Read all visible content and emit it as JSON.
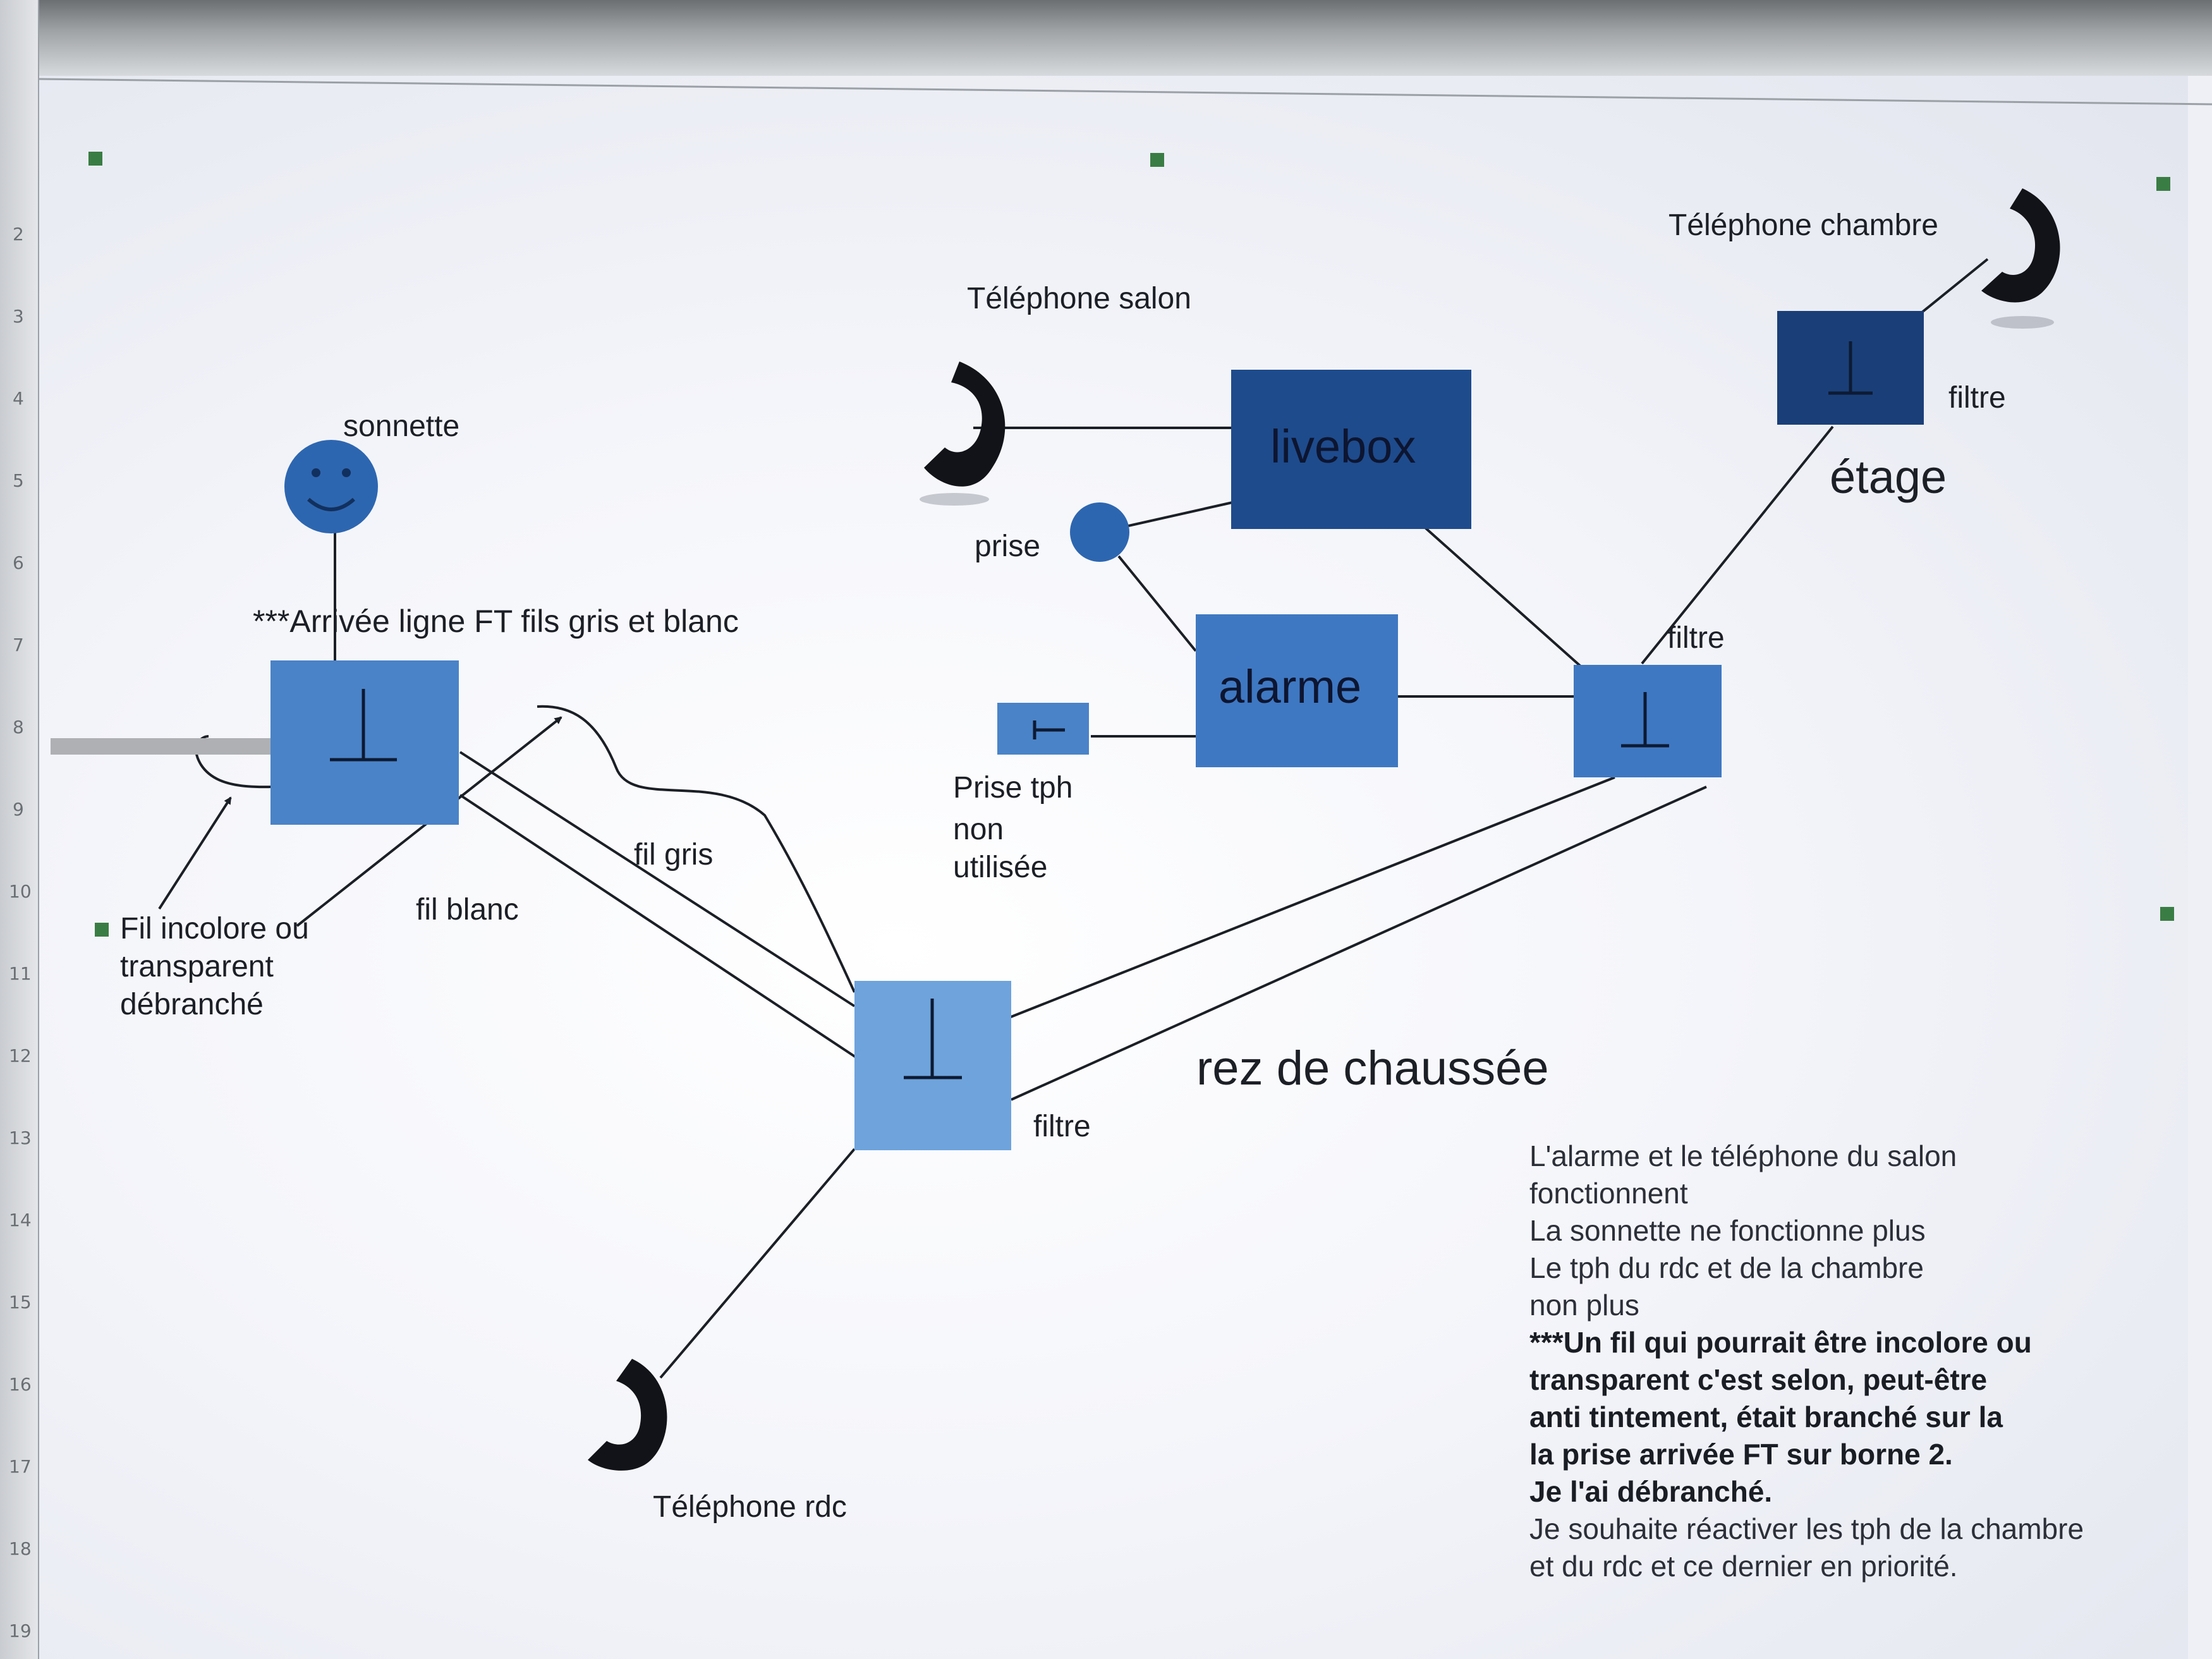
{
  "ruler": {
    "ticks": [
      "2",
      "3",
      "4",
      "5",
      "6",
      "7",
      "8",
      "9",
      "10",
      "11",
      "12",
      "13",
      "14",
      "15",
      "16",
      "17",
      "18",
      "19"
    ]
  },
  "diagram": {
    "labels": {
      "tel_chambre": "Téléphone chambre",
      "tel_salon": "Téléphone salon",
      "tel_rdc": "Téléphone rdc",
      "sonnette": "sonnette",
      "arrivee": "***Arrivée ligne FT fils gris et blanc",
      "livebox": "livebox",
      "alarme": "alarme",
      "prise": "prise",
      "prise_tph_1": "Prise tph",
      "prise_tph_2": "non",
      "prise_tph_3": "utilisée",
      "filtre_etage": "filtre",
      "etage": "étage",
      "filtre_alarme": "filtre",
      "filtre_rdc": "filtre",
      "rez": "rez de chaussée",
      "fil_gris": "fil gris",
      "fil_blanc": "fil blanc",
      "fil_incolore_1": "Fil incolore ou",
      "fil_incolore_2": "transparent",
      "fil_incolore_3": "débranché"
    },
    "colors": {
      "dark_box": "#1e4b8c",
      "mid_box": "#4a83c8",
      "light_box": "#6ea3dc",
      "line": "#1b1f26",
      "handle": "#3a7d44"
    }
  },
  "notes": {
    "lines": [
      "L'alarme et le téléphone du salon",
      "fonctionnent",
      "La sonnette ne fonctionne plus",
      "Le tph du rdc et de la chambre",
      " non plus"
    ],
    "bold_lines": [
      "***Un fil qui pourrait être incolore ou",
      " transparent c'est selon, peut-être",
      "anti tintement, était branché sur la",
      "la prise arrivée FT sur borne 2.",
      "Je l'ai débranché."
    ],
    "end_lines": [
      "Je souhaite réactiver les tph de la chambre",
      "et du rdc et ce dernier en priorité."
    ]
  }
}
